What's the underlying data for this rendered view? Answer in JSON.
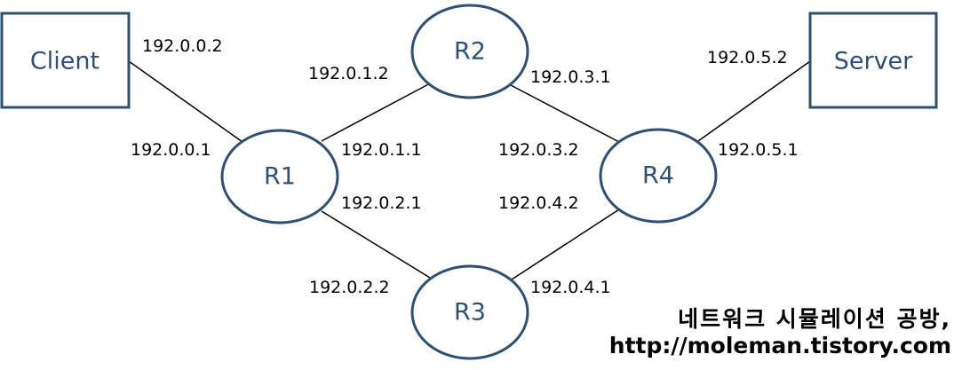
{
  "colors": {
    "node_stroke": "#2f5073",
    "node_text": "#2f5073",
    "link": "#000000",
    "ip_text": "#000000"
  },
  "nodes": {
    "client": "Client",
    "server": "Server",
    "r1": "R1",
    "r2": "R2",
    "r3": "R3",
    "r4": "R4"
  },
  "ips": {
    "client_r1_client_side": "192.0.0.2",
    "client_r1_r1_side": "192.0.0.1",
    "r1_r2_r2_side": "192.0.1.2",
    "r1_r2_r1_side": "192.0.1.1",
    "r1_r3_r1_side": "192.0.2.1",
    "r1_r3_r3_side": "192.0.2.2",
    "r2_r4_r2_side": "192.0.3.1",
    "r2_r4_r4_side": "192.0.3.2",
    "r3_r4_r4_side": "192.0.4.2",
    "r3_r4_r3_side": "192.0.4.1",
    "server_r4_server_side": "192.0.5.2",
    "server_r4_r4_side": "192.0.5.1"
  },
  "credit": {
    "line1": "네트워크 시뮬레이션 공방,",
    "line2": "http://moleman.tistory.com"
  }
}
